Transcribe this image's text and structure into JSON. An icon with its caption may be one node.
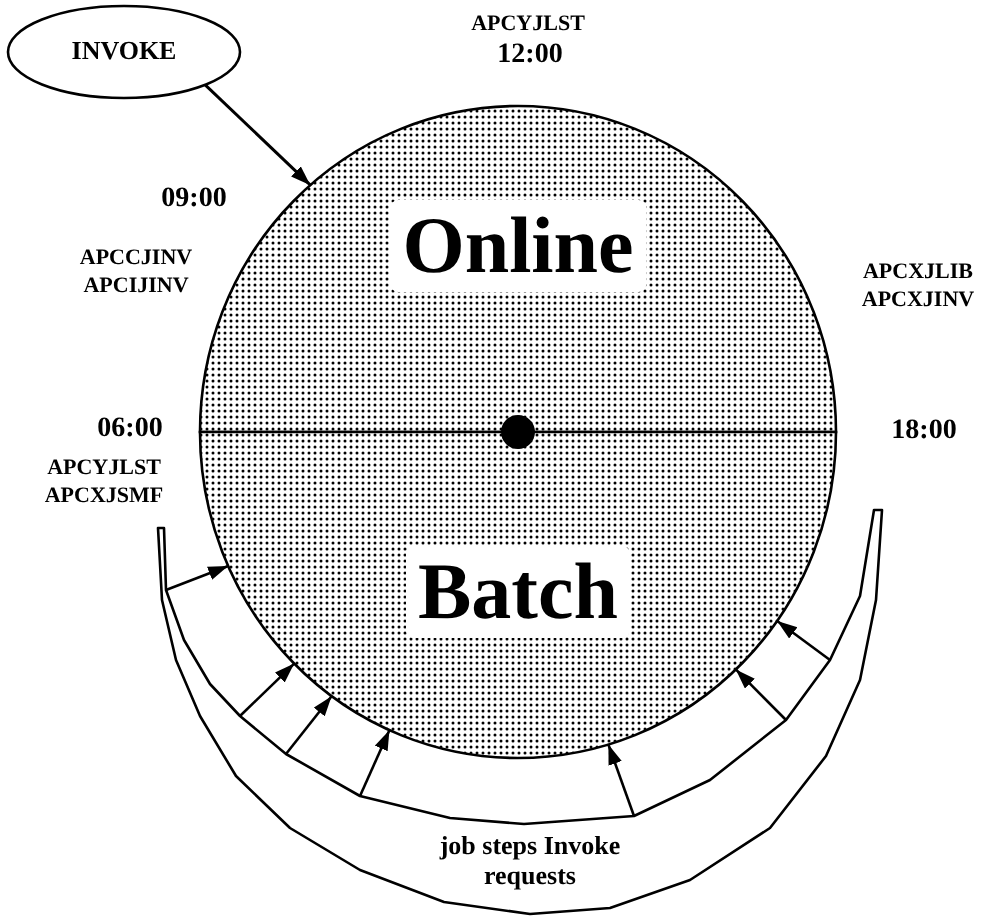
{
  "diagram": {
    "nodes": [
      {
        "text": [
          "INVOKE"
        ]
      },
      {
        "text": [
          "Online"
        ]
      },
      {
        "text": [
          "Batch"
        ]
      },
      {
        "text": [
          "job steps Invoke requests"
        ]
      }
    ],
    "edges": [
      {
        "from": 0,
        "to": 1,
        "arrow": "to"
      },
      {
        "from": 3,
        "to": 2,
        "arrow": "to"
      },
      {
        "from": 3,
        "to": 2,
        "arrow": "to"
      },
      {
        "from": 3,
        "to": 2,
        "arrow": "to"
      },
      {
        "from": 3,
        "to": 2,
        "arrow": "to"
      },
      {
        "from": 3,
        "to": 2,
        "arrow": "to"
      },
      {
        "from": 3,
        "to": 2,
        "arrow": "to"
      },
      {
        "from": 3,
        "to": 2,
        "arrow": "to"
      }
    ],
    "labels": [
      "APCYJLST",
      "12:00",
      "09:00",
      "APCCJINV",
      "APCIJINV",
      "APCXJLIB",
      "APCXJINV",
      "06:00",
      "APCYJLST",
      "APCXJSMF",
      "18:00"
    ]
  }
}
